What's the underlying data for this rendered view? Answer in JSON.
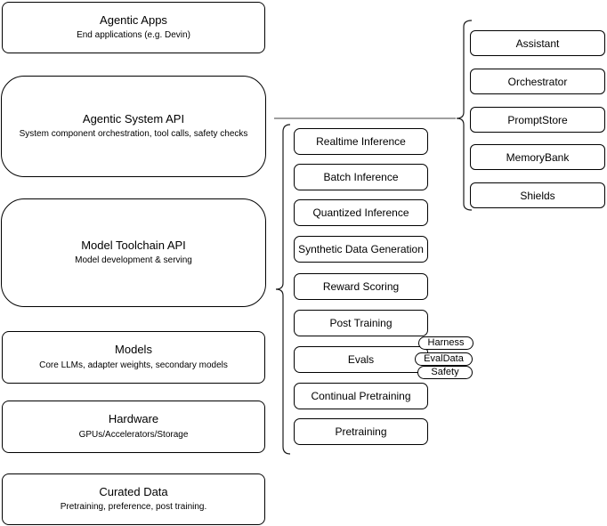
{
  "diagram": {
    "left_column": {
      "items": [
        {
          "title": "Agentic Apps",
          "subtitle": "End applications (e.g. Devin)"
        },
        {
          "title": "Agentic System API",
          "subtitle": "System component orchestration, tool calls, safety checks"
        },
        {
          "title": "Model Toolchain API",
          "subtitle": "Model development & serving"
        },
        {
          "title": "Models",
          "subtitle": "Core LLMs, adapter weights, secondary models"
        },
        {
          "title": "Hardware",
          "subtitle": "GPUs/Accelerators/Storage"
        },
        {
          "title": "Curated Data",
          "subtitle": "Pretraining, preference, post training."
        }
      ]
    },
    "toolchain_items": [
      {
        "label": "Realtime Inference"
      },
      {
        "label": "Batch Inference"
      },
      {
        "label": "Quantized Inference"
      },
      {
        "label": "Synthetic Data Generation"
      },
      {
        "label": "Reward Scoring"
      },
      {
        "label": "Post Training"
      },
      {
        "label": "Evals"
      },
      {
        "label": "Continual Pretraining"
      },
      {
        "label": "Pretraining"
      }
    ],
    "system_items": [
      {
        "label": "Assistant"
      },
      {
        "label": "Orchestrator"
      },
      {
        "label": "PromptStore"
      },
      {
        "label": "MemoryBank"
      },
      {
        "label": "Shields"
      }
    ],
    "evals_tags": [
      {
        "label": "Harness"
      },
      {
        "label": "EvalData"
      },
      {
        "label": "Safety"
      }
    ],
    "colors": {
      "box_fill": "#ffffff",
      "box_stroke": "#000000",
      "text": "#000000",
      "connector_stroke": "#666666",
      "brace_stroke": "#1a1a1a"
    }
  }
}
